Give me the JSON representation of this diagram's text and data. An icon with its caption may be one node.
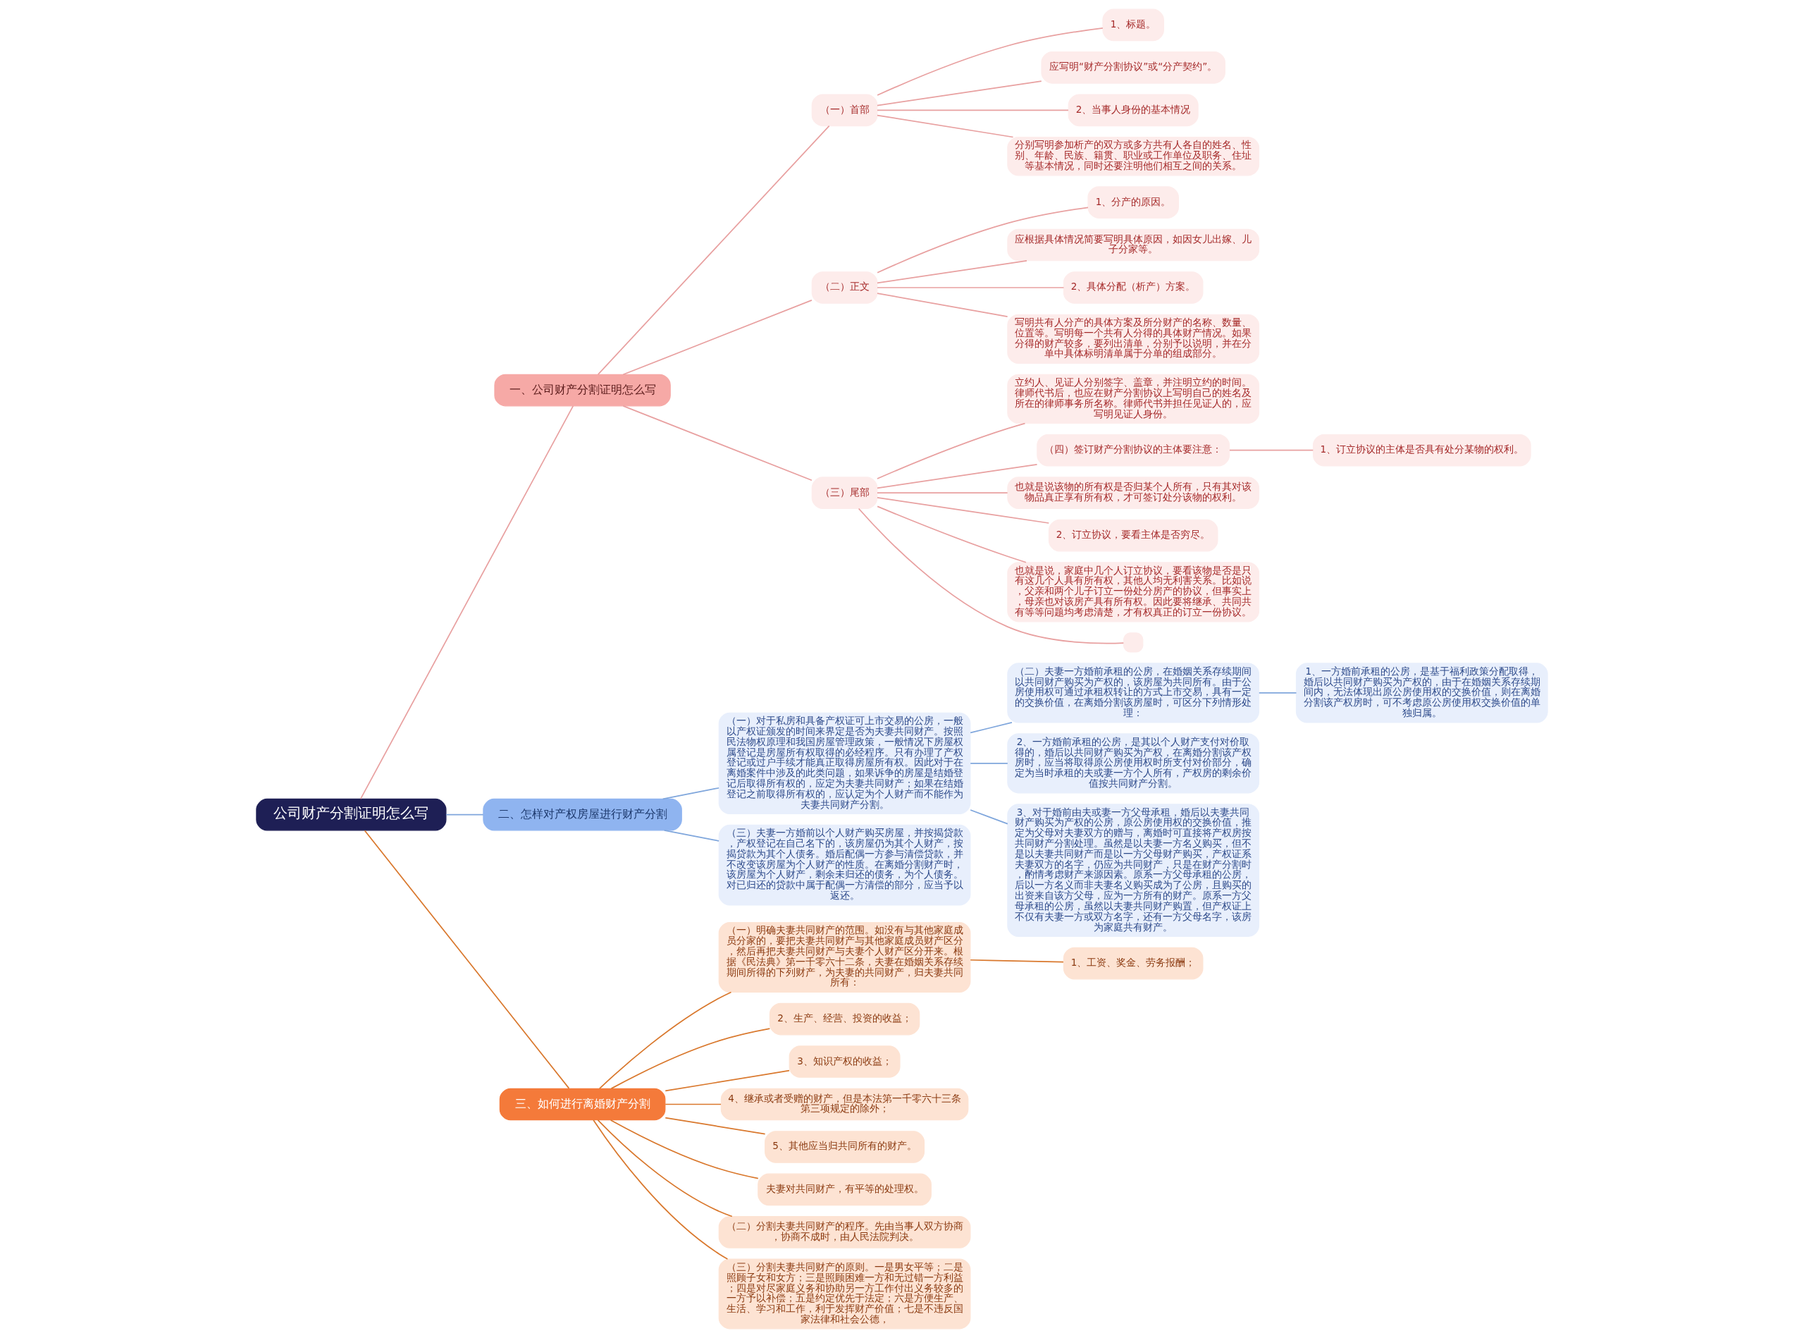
{
  "diagram": {
    "nodes": [
      {
        "text": [
          "公司财产分割证明怎么写"
        ]
      },
      {
        "text": [
          "一、公司财产分割证明怎么写"
        ]
      },
      {
        "text": [
          "（一）首部"
        ]
      },
      {
        "text": [
          "1、标题。"
        ]
      },
      {
        "text": [
          "应写明“财产分割协议”或“分产契约”。"
        ]
      },
      {
        "text": [
          "2、当事人身份的基本情况"
        ]
      },
      {
        "text": [
          "分别写明参加析产的双方或多方共有人各自的姓名、性别、年龄、民族、籍贯、职业或工作单位及职务、住址等基本情况，同时还要注明他们相互之间的关系。"
        ]
      },
      {
        "text": [
          "（二）正文"
        ]
      },
      {
        "text": [
          "1、分产的原因。"
        ]
      },
      {
        "text": [
          "应根据具体情况简要写明具体原因，如因女儿出嫁、儿子分家等。"
        ]
      },
      {
        "text": [
          "2、具体分配（析产）方案。"
        ]
      },
      {
        "text": [
          "写明共有人分产的具体方案及所分财产的名称、数量、位置等。写明每一个共有人分得的具体财产情况。如果分得的财产较多，要列出清单，分别予以说明，并在分单中具体标明清单属于分单的组成部分。"
        ]
      },
      {
        "text": [
          "（三）尾部"
        ]
      },
      {
        "text": [
          "立约人、见证人分别签字、盖章，并注明立约的时间。律师代书后，也应在财产分割协议上写明自己的姓名及所在的律师事务所名称。律师代书并担任见证人的，应写明见证人身份。"
        ]
      },
      {
        "text": [
          "（四）签订财产分割协议的主体要注意："
        ]
      },
      {
        "text": [
          "1、订立协议的主体是否具有处分某物的权利。"
        ]
      },
      {
        "text": [
          "也就是说该物的所有权是否归某个人所有，只有其对该物品真正享有所有权，才可签订处分该物的权利。"
        ]
      },
      {
        "text": [
          "2、订立协议，要看主体是否穷尽。"
        ]
      },
      {
        "text": [
          "也就是说，家庭中几个人订立协议，要看该物是否是只有这几个人具有所有权，其他人均无利害关系。比如说，父亲和两个儿子订立一份处分房产的协议，但事实上，母亲也对该房产具有所有权。因此要将继承、共同共有等等问题均考虑清楚，才有权真正的订立一份协议。"
        ]
      },
      {
        "text": [],
        "shape": "box"
      },
      {
        "text": [
          "二、怎样对产权房屋进行财产分割"
        ]
      },
      {
        "text": [
          "（一）对于私房和具备产权证可上市交易的公房，一般以产权证颁发的时间来界定是否为夫妻共同财产。按照民法物权原理和我国房屋管理政策，一般情况下房屋权属登记是房屋所有权取得的必经程序。只有办理了产权登记或过户手续才能真正取得房屋所有权。因此对于在离婚案件中涉及的此类问题，如果诉争的房屋是结婚登记后取得所有权的，应定为夫妻共同财产；如果在结婚登记之前取得所有权的，应认定为个人财产而不能作为夫妻共同财产分割。"
        ]
      },
      {
        "text": [
          "（二）夫妻一方婚前承租的公房，在婚姻关系存续期间以共同财产购买为产权的，该房屋为共同所有。由于公房使用权可通过承租权转让的方式上市交易，具有一定的交换价值，在离婚分割该房屋时，可区分下列情形处理："
        ]
      },
      {
        "text": [
          "1、一方婚前承租的公房，是基于福利政策分配取得，婚后以共同财产购买为产权的，由于在婚姻关系存续期间内，无法体现出原公房使用权的交换价值，则在离婚分割该产权房时，可不考虑原公房使用权交换价值的单独归属。"
        ]
      },
      {
        "text": [
          "2、一方婚前承租的公房，是其以个人财产支付对价取得的，婚后以共同财产购买为产权，在离婚分割该产权房时，应当将取得原公房使用权时所支付对价部分，确定为当时承租的夫或妻一方个人所有，产权房的剩余价值按共同财产分割。"
        ]
      },
      {
        "text": [
          "3、对于婚前由夫或妻一方父母承租，婚后以夫妻共同财产购买为产权的公房，原公房使用权的交换价值，推定为父母对夫妻双方的赠与，离婚时可直接将产权房按共同财产分割处理。虽然是以夫妻一方名义购买，但不是以夫妻共同财产而是以一方父母财产购买，产权证系夫妻双方的名字，仍应为共同财产，只是在财产分割时，酌情考虑财产来源因素。原系一方父母承租的公房，后以一方名义而非夫妻名义购买成为了公房，且购买的出资来自该方父母，应为一方所有的财产。原系一方父母承租的公房，虽然以夫妻共同财产购置，但产权证上不仅有夫妻一方或双方名字，还有一方父母名字，该房为家庭共有财产。"
        ]
      },
      {
        "text": [
          "（三）夫妻一方婚前以个人财产购买房屋，并按揭贷款，产权登记在自己名下的，该房屋仍为其个人财产，按揭贷款为其个人债务。婚后配偶一方参与清偿贷款，并不改变该房屋为个人财产的性质。在离婚分割财产时，该房屋为个人财产，剩余未归还的债务，为个人债务。对已归还的贷款中属于配偶一方清偿的部分，应当予以返还。"
        ]
      },
      {
        "text": [
          "三、如何进行离婚财产分割"
        ]
      },
      {
        "text": [
          "（一）明确夫妻共同财产的范围。如没有与其他家庭成员分家的，要把夫妻共同财产与其他家庭成员财产区分，然后再把夫妻共同财产与夫妻个人财产区分开来。根据《民法典》第一千零六十二条，夫妻在婚姻关系存续期间所得的下列财产，为夫妻的共同财产，归夫妻共同所有："
        ]
      },
      {
        "text": [
          "1、工资、奖金、劳务报酬；"
        ]
      },
      {
        "text": [
          "2、生产、经营、投资的收益；"
        ]
      },
      {
        "text": [
          "3、知识产权的收益；"
        ]
      },
      {
        "text": [
          "4、继承或者受赠的财产，但是本法第一千零六十三条第三项规定的除外；"
        ]
      },
      {
        "text": [
          "5、其他应当归共同所有的财产。"
        ]
      },
      {
        "text": [
          "夫妻对共同财产，有平等的处理权。"
        ]
      },
      {
        "text": [
          "（二）分割夫妻共同财产的程序。先由当事人双方协商，协商不成时，由人民法院判决。"
        ]
      },
      {
        "text": [
          "（三）分割夫妻共同财产的原则。一是男女平等；二是照顾子女和女方；三是照顾困难一方和无过错一方利益；四是对尽家庭义务和协助另一方工作付出义务较多的一方予以补偿；五是约定优先于法定；六是方便生产、生活、学习和工作，利于发挥财产价值；七是不违反国家法律和社会公德，"
        ]
      }
    ],
    "edges": [
      {
        "from": 0,
        "to": 1,
        "arrow": "none"
      },
      {
        "from": 1,
        "to": 2,
        "arrow": "none"
      },
      {
        "from": 2,
        "to": 3,
        "arrow": "none"
      },
      {
        "from": 2,
        "to": 4,
        "arrow": "none"
      },
      {
        "from": 2,
        "to": 5,
        "arrow": "none"
      },
      {
        "from": 2,
        "to": 6,
        "arrow": "none"
      },
      {
        "from": 1,
        "to": 7,
        "arrow": "none"
      },
      {
        "from": 7,
        "to": 8,
        "arrow": "none"
      },
      {
        "from": 7,
        "to": 9,
        "arrow": "none"
      },
      {
        "from": 7,
        "to": 10,
        "arrow": "none"
      },
      {
        "from": 7,
        "to": 11,
        "arrow": "none"
      },
      {
        "from": 1,
        "to": 12,
        "arrow": "none"
      },
      {
        "from": 12,
        "to": 13,
        "arrow": "none"
      },
      {
        "from": 12,
        "to": 14,
        "arrow": "none"
      },
      {
        "from": 14,
        "to": 15,
        "arrow": "none"
      },
      {
        "from": 12,
        "to": 16,
        "arrow": "none"
      },
      {
        "from": 12,
        "to": 17,
        "arrow": "none"
      },
      {
        "from": 12,
        "to": 18,
        "arrow": "none"
      },
      {
        "from": 12,
        "to": 19,
        "arrow": "none"
      },
      {
        "from": 0,
        "to": 20,
        "arrow": "none",
        "color": "#7fa6dc"
      },
      {
        "from": 20,
        "to": 21,
        "arrow": "none",
        "color": "#7fa6dc"
      },
      {
        "from": 21,
        "to": 22,
        "arrow": "none",
        "color": "#7fa6dc"
      },
      {
        "from": 22,
        "to": 23,
        "arrow": "none",
        "color": "#7fa6dc"
      },
      {
        "from": 21,
        "to": 24,
        "arrow": "none",
        "color": "#7fa6dc"
      },
      {
        "from": 21,
        "to": 25,
        "arrow": "none",
        "color": "#7fa6dc"
      },
      {
        "from": 20,
        "to": 26,
        "arrow": "none",
        "color": "#7fa6dc"
      },
      {
        "from": 0,
        "to": 27,
        "arrow": "none",
        "color": "#d9782d"
      },
      {
        "from": 27,
        "to": 28,
        "arrow": "none",
        "color": "#d9782d"
      },
      {
        "from": 28,
        "to": 29,
        "arrow": "none",
        "color": "#d9782d"
      },
      {
        "from": 27,
        "to": 30,
        "arrow": "none",
        "color": "#d9782d"
      },
      {
        "from": 27,
        "to": 31,
        "arrow": "none",
        "color": "#d9782d"
      },
      {
        "from": 27,
        "to": 32,
        "arrow": "none",
        "color": "#d9782d"
      },
      {
        "from": 27,
        "to": 33,
        "arrow": "none",
        "color": "#d9782d"
      },
      {
        "from": 27,
        "to": 34,
        "arrow": "none",
        "color": "#d9782d"
      },
      {
        "from": 27,
        "to": 35,
        "arrow": "none",
        "color": "#d9782d"
      },
      {
        "from": 27,
        "to": 36,
        "arrow": "none",
        "color": "#d9782d"
      }
    ]
  }
}
